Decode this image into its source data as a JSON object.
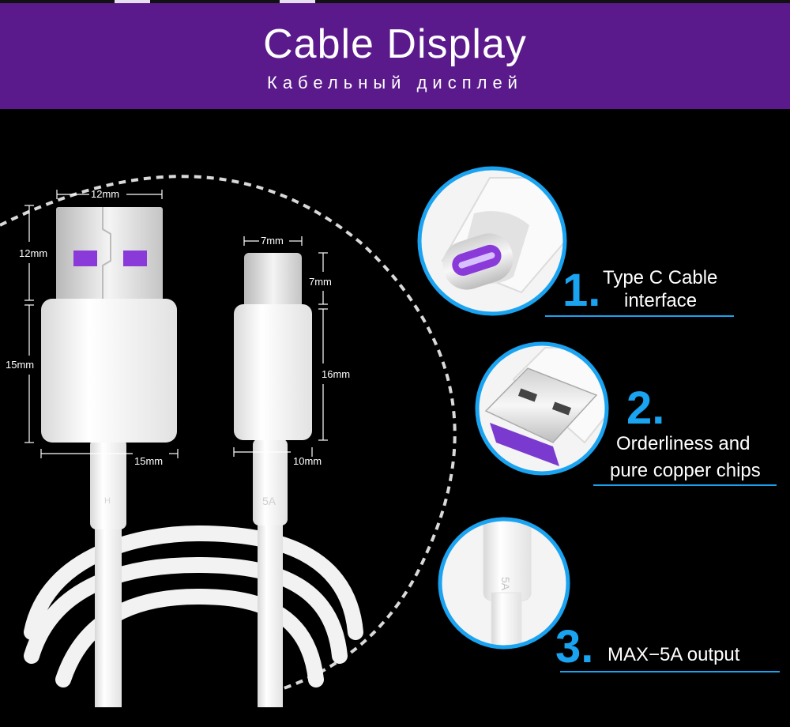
{
  "header": {
    "title": "Cable Display",
    "subtitle": "Кабельный дисплей"
  },
  "dimensions": {
    "usb_plug_width": "12mm",
    "usb_plug_height": "12mm",
    "usb_body_height": "15mm",
    "usb_body_width": "15mm",
    "typec_plug_width": "7mm",
    "typec_plug_height": "7mm",
    "typec_body_height": "16mm",
    "typec_body_width": "10mm"
  },
  "cable_marks": {
    "usb_mark": "H",
    "typec_mark": "5A"
  },
  "features": [
    {
      "number": "1.",
      "text": "Type C Cable interface",
      "line1": "Type C Cable",
      "line2": "interface"
    },
    {
      "number": "2.",
      "text": "Orderliness and pure copper chips",
      "line1": "Orderliness and",
      "line2": "pure copper chips"
    },
    {
      "number": "3.",
      "text": "MAX-5A output",
      "line1": "MAX−5A output"
    }
  ],
  "colors": {
    "banner": "#5a1a8c",
    "accent": "#1aa3f0",
    "background": "#000000",
    "port_purple": "#8a3ad8"
  }
}
